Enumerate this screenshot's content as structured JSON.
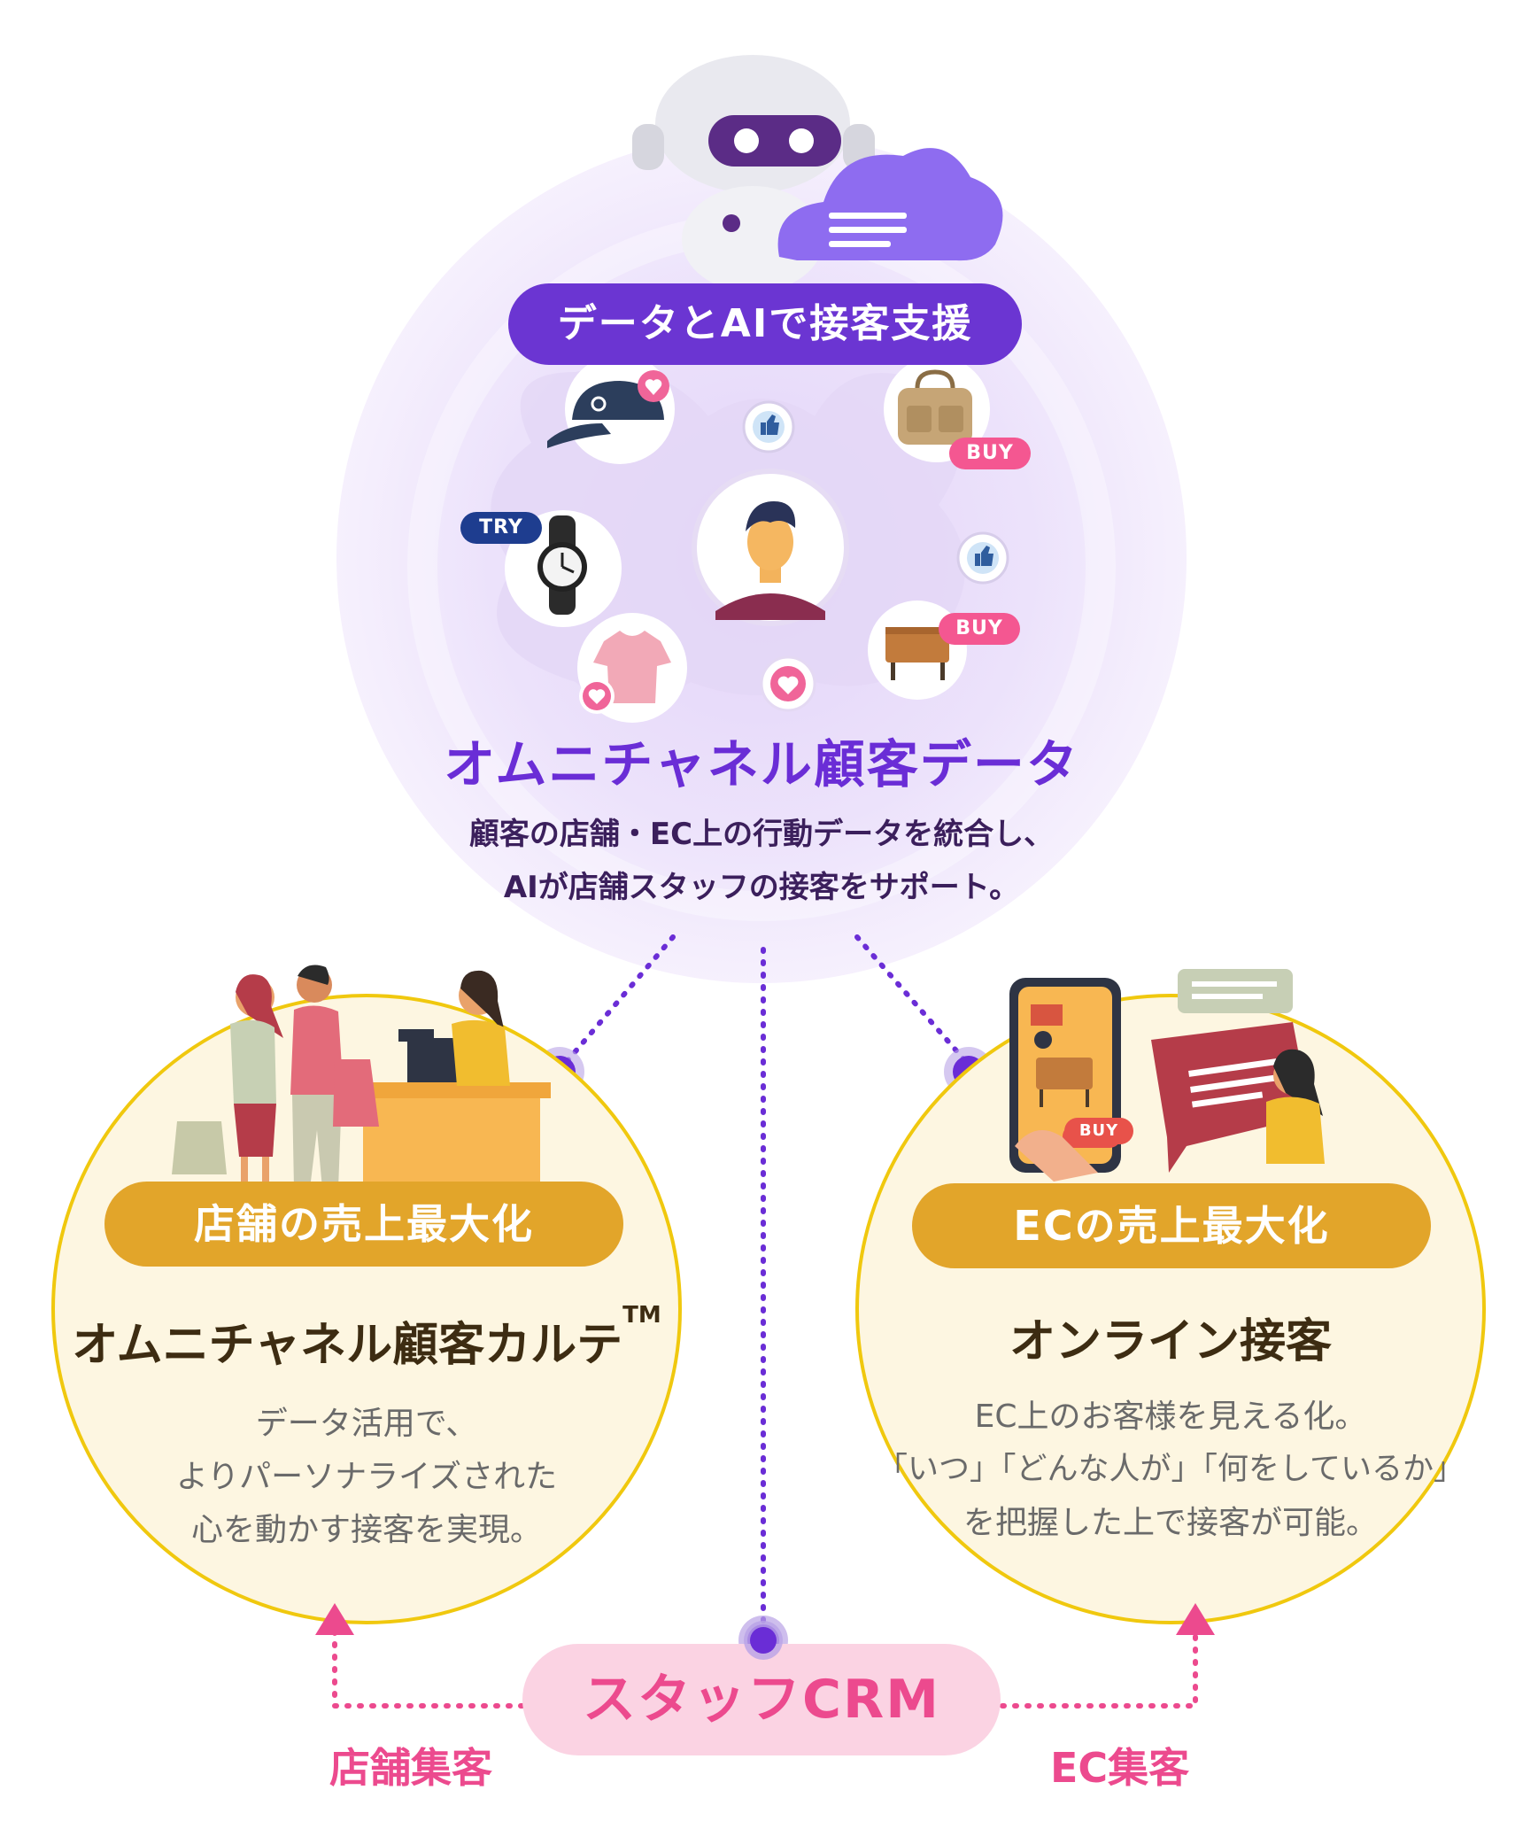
{
  "hub": {
    "badge": "データとAIで接客支援",
    "title": "オムニチャネル顧客データ",
    "desc_line1": "顧客の店舗・EC上の行動データを統合し、",
    "desc_line2": "AIが店舗スタッフの接客をサポート。",
    "tags": {
      "buy": "BUY",
      "try": "TRY"
    }
  },
  "store": {
    "badge": "店舗の売上最大化",
    "title": "オムニチャネル顧客カルテ",
    "title_mark": "TM",
    "desc": [
      "データ活用で、",
      "よりパーソナライズされた",
      "心を動かす接客を実現。"
    ]
  },
  "ec": {
    "badge": "ECの売上最大化",
    "title": "オンライン接客",
    "desc": [
      "EC上のお客様を見える化。",
      "「いつ」「どんな人が」「何をしているか」",
      "を把握した上で接客が可能。"
    ],
    "phone_tag": "BUY"
  },
  "crm": {
    "label": "スタッフCRM",
    "left_flow": "店舗集客",
    "right_flow": "EC集客"
  },
  "colors": {
    "purple": "#6b35d2",
    "gold": "#e2a52a",
    "pink": "#ec4a8e",
    "circle_fill": "#fdf6e1",
    "circle_border": "#f0c80e"
  },
  "icons": [
    "robot-icon",
    "cloud-icon",
    "customer-avatar-icon",
    "cap-icon",
    "backpack-icon",
    "watch-icon",
    "shirt-icon",
    "cabinet-icon",
    "like-icon",
    "heart-icon",
    "smartphone-icon",
    "chat-bubble-icon"
  ]
}
